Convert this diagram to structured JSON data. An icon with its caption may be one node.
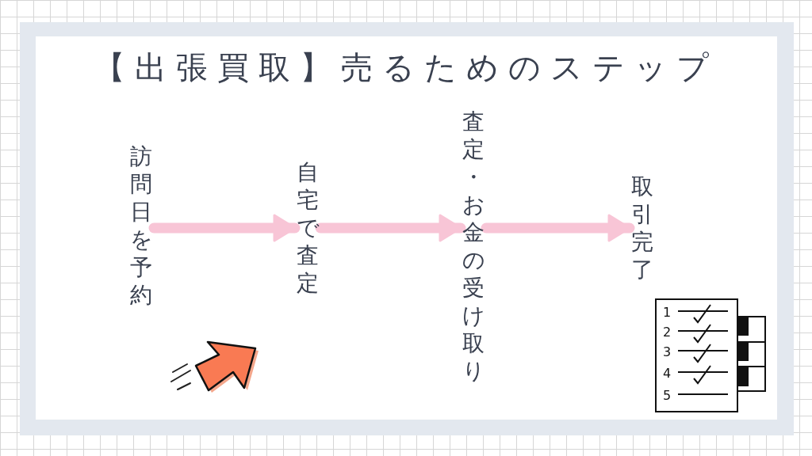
{
  "diagram": {
    "title": "【出張買取】売るためのステップ",
    "nodes": [
      {
        "text": [
          "訪問日を予約"
        ]
      },
      {
        "text": [
          "自宅で査定"
        ]
      },
      {
        "text": [
          "査定・お金の受け取り"
        ]
      },
      {
        "text": [
          "取引完了"
        ]
      }
    ],
    "edges": [
      {
        "from": 0,
        "to": 1,
        "arrow": "to"
      },
      {
        "from": 1,
        "to": 2,
        "arrow": "to"
      },
      {
        "from": 2,
        "to": 3,
        "arrow": "to"
      }
    ],
    "labels": [
      "1",
      "2",
      "3",
      "4",
      "5"
    ]
  }
}
